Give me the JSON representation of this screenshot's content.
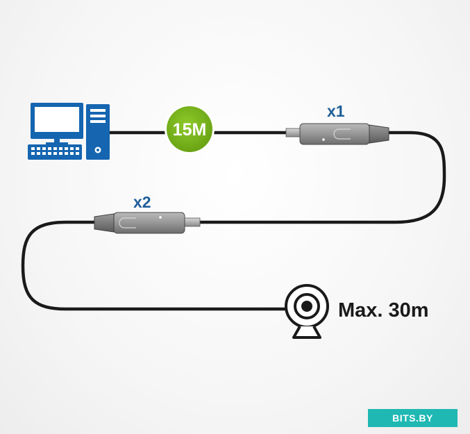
{
  "diagram": {
    "segment_length_badge": "15M",
    "extender_1_label": "x1",
    "extender_2_label": "x2",
    "max_distance_label": "Max. 30m",
    "watermark_text": "BITS.BY",
    "colors": {
      "computer_blue": "#1565b0",
      "badge_green": "#7ab51d",
      "cable": "#1a1a1a",
      "extender_label_blue": "#1f5f99",
      "watermark_teal": "#1fb8b3"
    },
    "icons": [
      "desktop-computer-icon",
      "webcam-icon"
    ]
  }
}
